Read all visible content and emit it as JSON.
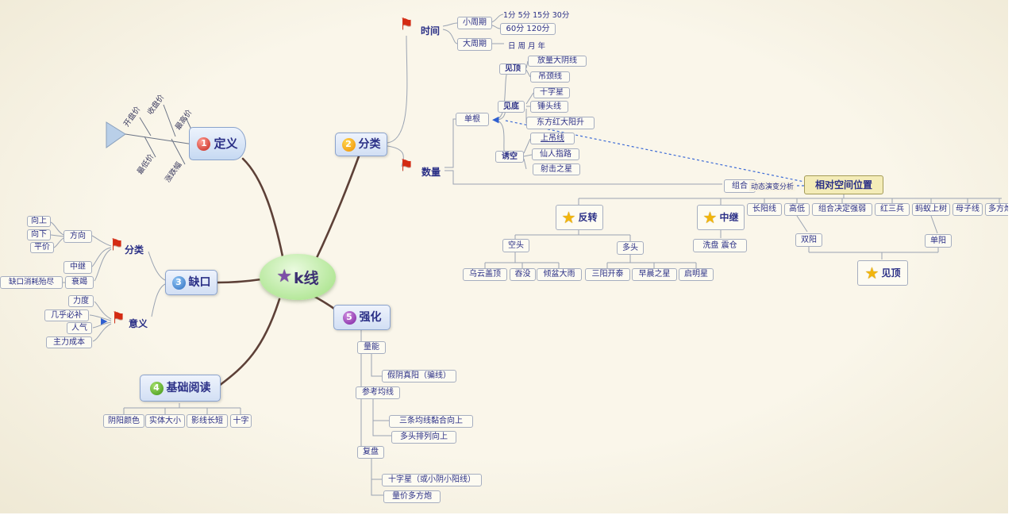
{
  "icons": {
    "star": "★",
    "flag": "⚑",
    "arrow_left": "◀",
    "arrow_right": "▶"
  },
  "center": {
    "label": "k线"
  },
  "definition": {
    "label": "定义",
    "num": "1",
    "fish_top": [
      "开盘价",
      "收盘价",
      "最高价"
    ],
    "fish_bottom": [
      "最低价",
      "涨跌幅"
    ]
  },
  "classification": {
    "label": "分类",
    "num": "2",
    "time": {
      "label": "时间",
      "small": {
        "label": "小周期",
        "row1": "1分  5分  15分  30分",
        "row2": "60分  120分"
      },
      "big": {
        "label": "大周期",
        "items": "日  周  月  年"
      }
    },
    "quantity": {
      "label": "数量",
      "single": {
        "label": "单根",
        "groups": [
          {
            "label": "见顶",
            "items": [
              "放量大阴线",
              "吊颈线"
            ]
          },
          {
            "label": "见底",
            "items": [
              "十字星",
              "锤头线",
              "东方红大阳升"
            ]
          },
          {
            "label": "诱空",
            "items": [
              "上吊线",
              "仙人指路",
              "射击之星"
            ]
          }
        ]
      },
      "combo": {
        "label": "组合",
        "arrow_label": "动态演变分析",
        "position": {
          "label": "相对空间位置",
          "row": [
            "长阳线",
            "高低",
            "组合决定强弱",
            "红三兵",
            "蚂蚁上树",
            "母子线",
            "多方炮"
          ],
          "reversal": {
            "label": "反转",
            "bear": {
              "label": "空头",
              "items": [
                "乌云盖顶",
                "吞没",
                "倾盆大雨"
              ]
            },
            "bull": {
              "label": "多头",
              "items": [
                "三阳开泰",
                "早晨之星",
                "启明星"
              ]
            }
          },
          "continuation": {
            "label": "中继",
            "item": "洗盘  震仓"
          },
          "top": {
            "label": "见顶",
            "left": "双阳",
            "right": "单阳"
          }
        }
      }
    }
  },
  "gap": {
    "label": "缺口",
    "num": "3",
    "types": {
      "label": "分类",
      "direction": {
        "label": "方向",
        "items": [
          "向上",
          "向下",
          "平价"
        ]
      },
      "relay": "中继",
      "exhaust": {
        "label": "衰竭",
        "note": "缺口消耗殆尽"
      }
    },
    "meaning": {
      "label": "意义",
      "items": [
        "力度",
        "几乎必补",
        "人气",
        "主力成本"
      ]
    }
  },
  "basics": {
    "label": "基础阅读",
    "num": "4",
    "items": [
      "阴阳颜色",
      "实体大小",
      "影线长短",
      "十字"
    ]
  },
  "reinforce": {
    "label": "强化",
    "num": "5",
    "volume": {
      "label": "量能",
      "item": "假阴真阳（骗线）"
    },
    "ma": {
      "label": "参考均线",
      "items": [
        "三条均线黏合向上",
        "多头排列向上"
      ]
    },
    "review": {
      "label": "复盘",
      "items": [
        "十字星（或小阴小阳线）",
        "量价多方炮"
      ]
    }
  }
}
